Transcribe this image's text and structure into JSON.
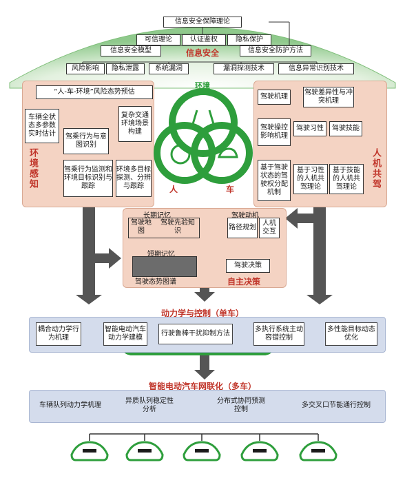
{
  "top": {
    "theory_root": "信息安全保障理论",
    "theories": [
      "可信理论",
      "认证鉴权",
      "隐私保护"
    ],
    "model": "信息安全模型",
    "center_label": "信息安全",
    "method": "信息安全防护方法",
    "risks": [
      "风险影响",
      "隐私泄露",
      "系统漏洞",
      "漏洞探测技术",
      "信息异常识别技术"
    ]
  },
  "left_panel": {
    "title": "环境感知",
    "risk_box": "“人-车-环境”风险态势预估",
    "state_box": "车辆全状态多参数实时估计",
    "scene_box": "复杂交通环境场景构建",
    "intent_box": "驾乘行为与意图识别",
    "monitor_box": "驾乘行为监测和环境目标识别与跟踪",
    "multi_box": "环境多目标探测、分辨与跟踪"
  },
  "right_panel": {
    "title": "人机共驾",
    "mech": "驾驶机理",
    "diff": "驾驶差异性与冲突机理",
    "ctrl": "驾驶操控影响机理",
    "habit": "驾驶习性",
    "skill": "驾驶技能",
    "state_alloc": "基于驾驶状态的驾驶权分配机制",
    "habit_theory": "基于习性的人机共驾理论",
    "skill_theory": "基于技能的人机共驾理论"
  },
  "center": {
    "env": "环境",
    "person": "人",
    "car": "车"
  },
  "middle_panel": {
    "title": "自主决策",
    "long_mem": "长期记忆",
    "map": "驾驶地图",
    "prior": "驾驶先验知识",
    "motive": "驾驶动机",
    "path": "路径规划",
    "hmi": "人机交互",
    "short_mem": "短期记忆",
    "graph": "驾驶态势图谱",
    "decision": "驾驶决策"
  },
  "dynamics": {
    "title": "动力学与控制（单车）",
    "boxes": [
      "耦合动力学行为机理",
      "智能电动汽车动力学建模",
      "行驶鲁棒干扰抑制方法",
      "多执行系统主动容错控制",
      "多性能目标动态优化"
    ]
  },
  "network": {
    "title": "智能电动汽车网联化（多车）",
    "boxes": [
      "车辆队列动力学机理",
      "异质队列稳定性分析",
      "分布式协同预测控制",
      "多交叉口节能通行控制"
    ]
  },
  "colors": {
    "green": "#2e9e3c",
    "red_text": "#c0352a",
    "pink": "#f4d3c3",
    "blue": "#d4dcec",
    "arrow_gray": "#555555"
  }
}
